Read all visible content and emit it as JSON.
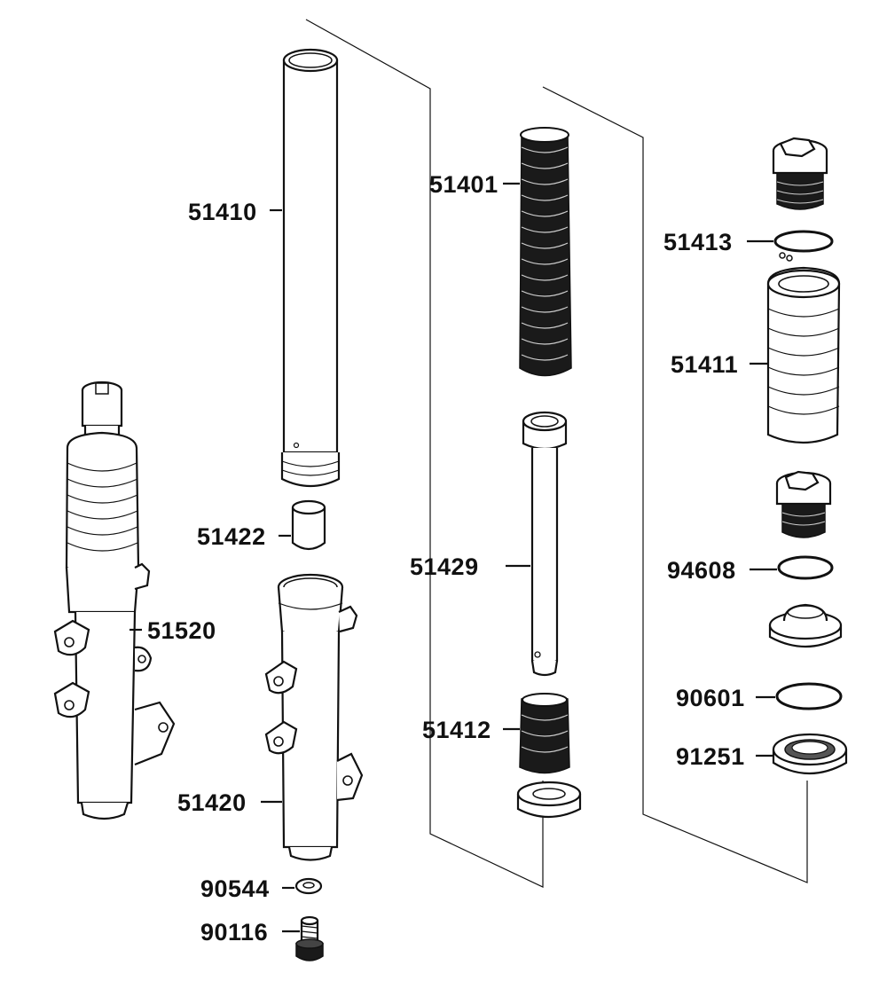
{
  "diagram": {
    "labels": {
      "p51410": "51410",
      "p51422": "51422",
      "p51520": "51520",
      "p51420": "51420",
      "p90544": "90544",
      "p90116": "90116",
      "p51401": "51401",
      "p51429": "51429",
      "p51412": "51412",
      "p51413": "51413",
      "p51411": "51411",
      "p94608": "94608",
      "p90601": "90601",
      "p91251": "91251"
    }
  }
}
